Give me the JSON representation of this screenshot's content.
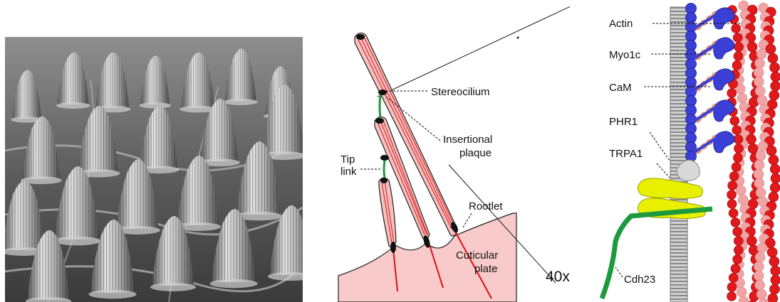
{
  "panels": {
    "bundle": {
      "labels": {
        "stereocilium": "Stereocilium",
        "insertional_plaque_1": "Insertional",
        "insertional_plaque_2": "plaque",
        "tip_link_1": "Tip",
        "tip_link_2": "link",
        "rootlet": "Rootlet",
        "cuticular_plate_1": "Cuticular",
        "cuticular_plate_2": "plate",
        "magnification": "40x"
      }
    },
    "molecular": {
      "labels": {
        "actin": "Actin",
        "myo1c": "Myo1c",
        "cam": "CaM",
        "phr1": "PHR1",
        "trpa1": "TRPA1",
        "cdh23": "Cdh23"
      }
    }
  },
  "colors": {
    "actin": "#e0191c",
    "actin_light": "#f2a3a3",
    "myosin": "#3a3fd6",
    "cam": "#f2a16a",
    "trpa1": "#e8f000",
    "cdh23": "#1e9a3e",
    "cuticular_plate": "#f8caca",
    "membrane": "#9a9a9a",
    "phr1": "#d8d8d8"
  }
}
